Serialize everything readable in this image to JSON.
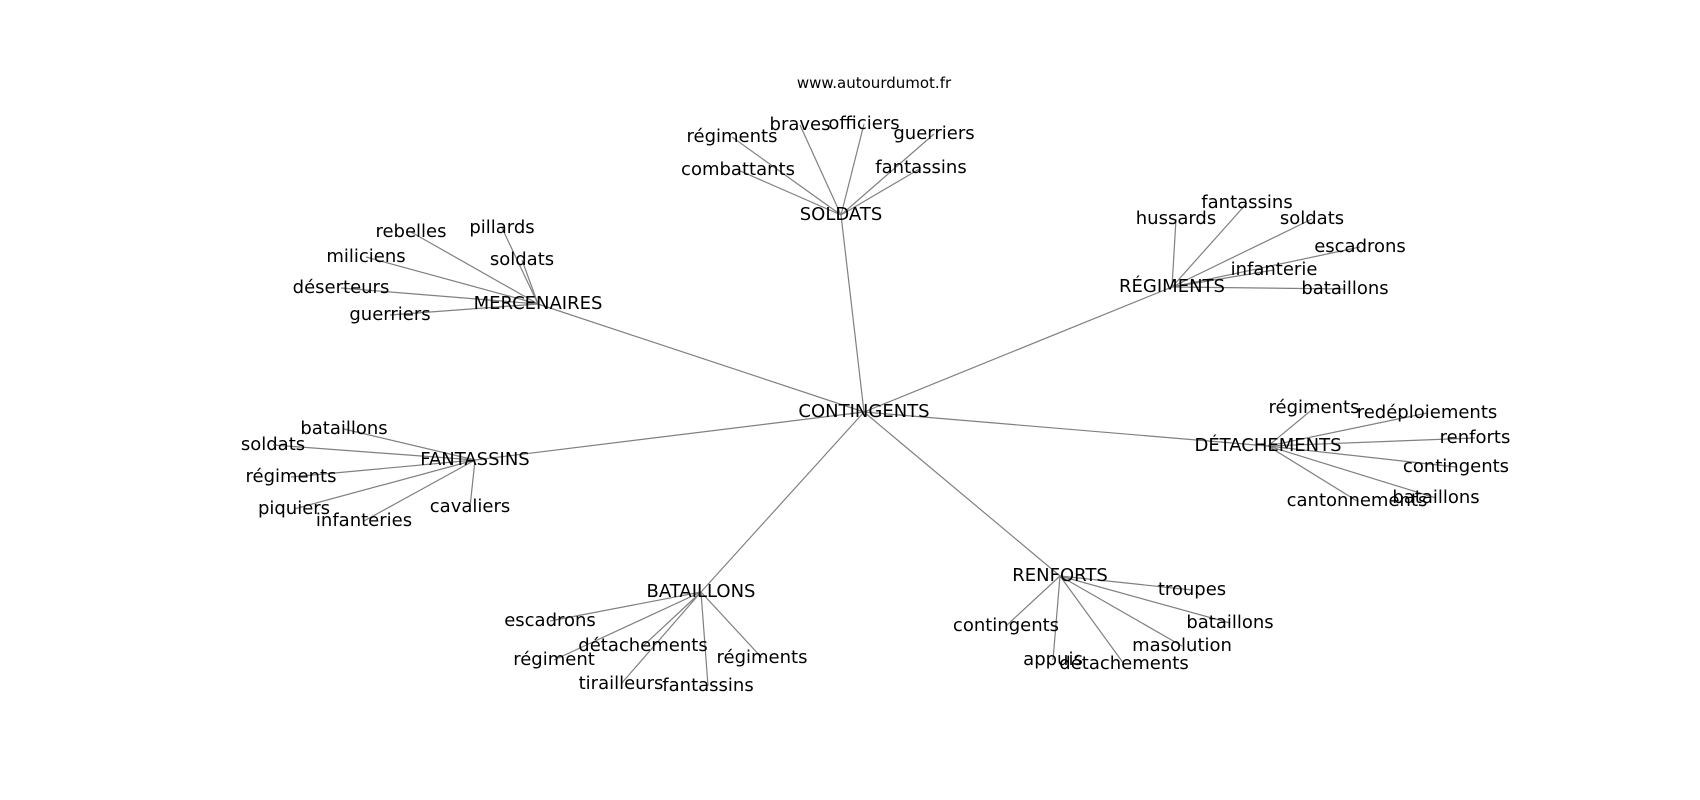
{
  "source_text": "www.autourdumot.fr",
  "colors": {
    "edge": "#808080",
    "text": "#000000",
    "background": "#ffffff"
  },
  "graph": {
    "center": {
      "id": "c",
      "label": "CONTINGENTS"
    },
    "hubs": [
      {
        "id": "h_soldats",
        "label": "SOLDATS",
        "leaves": [
          {
            "id": "l_s1",
            "label": "régiments"
          },
          {
            "id": "l_s2",
            "label": "braves"
          },
          {
            "id": "l_s3",
            "label": "officiers"
          },
          {
            "id": "l_s4",
            "label": "guerriers"
          },
          {
            "id": "l_s5",
            "label": "combattants"
          },
          {
            "id": "l_s6",
            "label": "fantassins"
          }
        ]
      },
      {
        "id": "h_regiments",
        "label": "RÉGIMENTS",
        "leaves": [
          {
            "id": "l_r1",
            "label": "fantassins"
          },
          {
            "id": "l_r2",
            "label": "hussards"
          },
          {
            "id": "l_r3",
            "label": "soldats"
          },
          {
            "id": "l_r4",
            "label": "escadrons"
          },
          {
            "id": "l_r5",
            "label": "infanterie"
          },
          {
            "id": "l_r6",
            "label": "bataillons"
          }
        ]
      },
      {
        "id": "h_mercenaires",
        "label": "MERCENAIRES",
        "leaves": [
          {
            "id": "l_m1",
            "label": "rebelles"
          },
          {
            "id": "l_m2",
            "label": "pillards"
          },
          {
            "id": "l_m3",
            "label": "miliciens"
          },
          {
            "id": "l_m4",
            "label": "soldats"
          },
          {
            "id": "l_m5",
            "label": "déserteurs"
          },
          {
            "id": "l_m6",
            "label": "guerriers"
          }
        ]
      },
      {
        "id": "h_detachements",
        "label": "DÉTACHEMENTS",
        "leaves": [
          {
            "id": "l_d1",
            "label": "régiments"
          },
          {
            "id": "l_d2",
            "label": "redéploiements"
          },
          {
            "id": "l_d3",
            "label": "renforts"
          },
          {
            "id": "l_d4",
            "label": "contingents"
          },
          {
            "id": "l_d5",
            "label": "cantonnements"
          },
          {
            "id": "l_d6",
            "label": "bataillons"
          }
        ]
      },
      {
        "id": "h_fantassins",
        "label": "FANTASSINS",
        "leaves": [
          {
            "id": "l_f1",
            "label": "bataillons"
          },
          {
            "id": "l_f2",
            "label": "soldats"
          },
          {
            "id": "l_f3",
            "label": "régiments"
          },
          {
            "id": "l_f4",
            "label": "piquiers"
          },
          {
            "id": "l_f5",
            "label": "infanteries"
          },
          {
            "id": "l_f6",
            "label": "cavaliers"
          }
        ]
      },
      {
        "id": "h_bataillons",
        "label": "BATAILLONS",
        "leaves": [
          {
            "id": "l_b1",
            "label": "escadrons"
          },
          {
            "id": "l_b2",
            "label": "détachements"
          },
          {
            "id": "l_b3",
            "label": "régiment"
          },
          {
            "id": "l_b4",
            "label": "régiments"
          },
          {
            "id": "l_b5",
            "label": "tirailleurs"
          },
          {
            "id": "l_b6",
            "label": "fantassins"
          }
        ]
      },
      {
        "id": "h_renforts",
        "label": "RENFORTS",
        "leaves": [
          {
            "id": "l_n1",
            "label": "troupes"
          },
          {
            "id": "l_n2",
            "label": "contingents"
          },
          {
            "id": "l_n3",
            "label": "bataillons"
          },
          {
            "id": "l_n4",
            "label": "masolution"
          },
          {
            "id": "l_n5",
            "label": "appuis"
          },
          {
            "id": "l_n6",
            "label": "détachements"
          }
        ]
      }
    ]
  }
}
